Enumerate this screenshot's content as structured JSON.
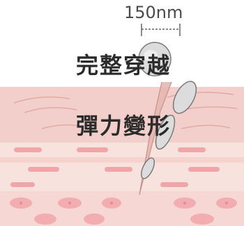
{
  "scale_bar": {
    "label": "150nm"
  },
  "captions": {
    "top": "完整穿越",
    "middle": "彈力變形"
  },
  "colors": {
    "skin_surface": "#f3cfcb",
    "skin_line": "#e0aaa3",
    "dermis_band": "#f7e2dd",
    "dermis_stripe": "#f0a6a9",
    "cell_layer": "#f6d7d3",
    "cell": "#f2adb0",
    "particle": "#d9d9d9",
    "particle_outline": "#7a7a7a",
    "text": "#2b2b2b"
  }
}
